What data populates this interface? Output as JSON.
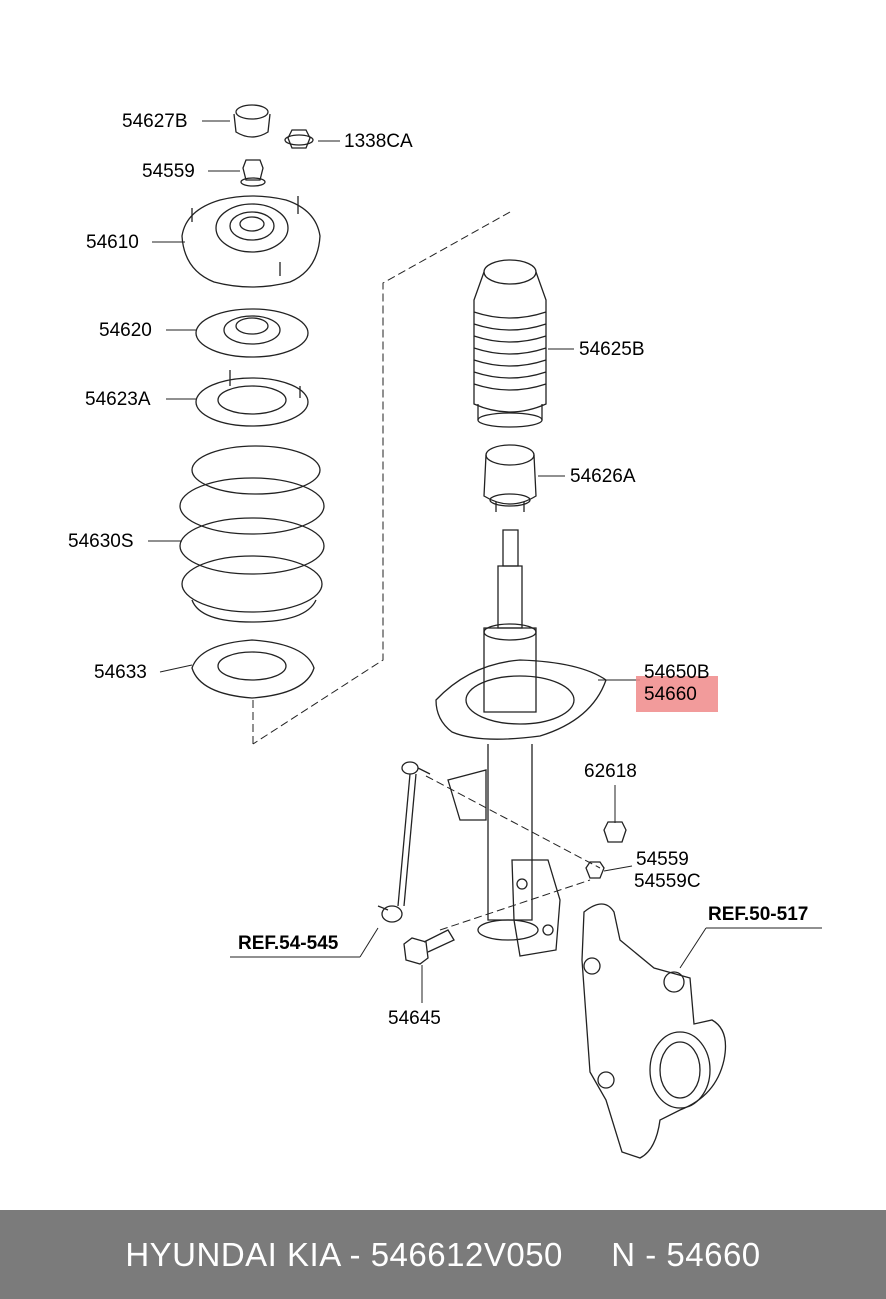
{
  "parts": {
    "p54627B": "54627B",
    "p1338CA": "1338CA",
    "p54559_top": "54559",
    "p54610": "54610",
    "p54620": "54620",
    "p54623A": "54623A",
    "p54630S": "54630S",
    "p54633": "54633",
    "p54625B": "54625B",
    "p54626A": "54626A",
    "p54650B": "54650B",
    "p54660": "54660",
    "p62618": "62618",
    "p54559_bottom": "54559",
    "p54559C": "54559C",
    "p54645": "54645",
    "ref_54_545": "REF.54-545",
    "ref_50_517": "REF.50-517"
  },
  "footer": {
    "text": "HYUNDAI KIA - 546612V050     N - 54660"
  },
  "colors": {
    "highlight": "#f08a8a",
    "footer_bg": "#7b7b7b",
    "footer_text": "#ffffff"
  }
}
